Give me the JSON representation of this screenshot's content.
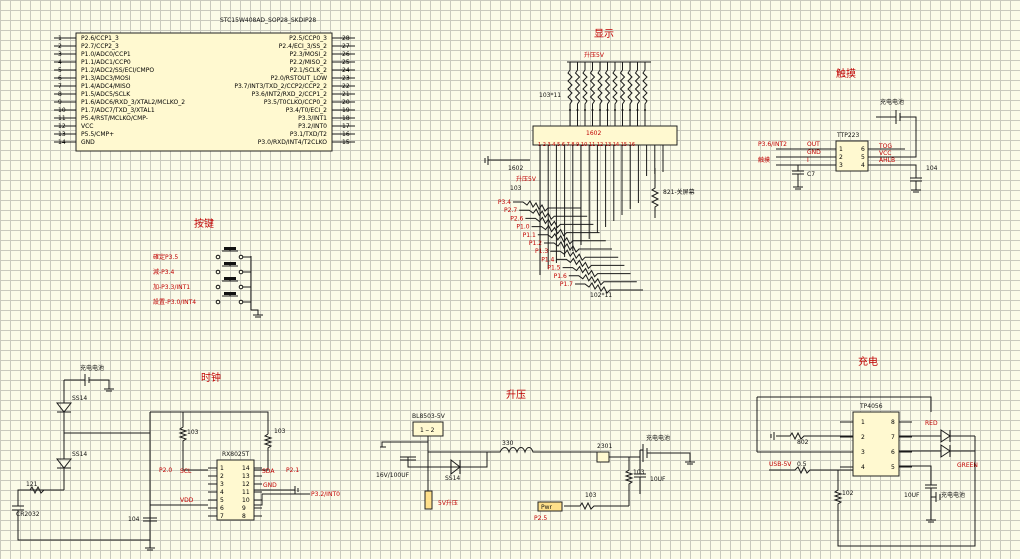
{
  "mcu": {
    "title": "STC15W408AD_SOP28_SKDIP28",
    "left_pins": [
      "P2.6/CCP1_3",
      "P2.7/CCP2_3",
      "P1.0/ADC0/CCP1",
      "P1.1/ADC1/CCP0",
      "P1.2/ADC2/SS/ECI/CMPO",
      "P1.3/ADC3/MOSI",
      "P1.4/ADC4/MISO",
      "P1.5/ADC5/SCLK",
      "P1.6/ADC6/RXD_3/XTAL2/MCLKO_2",
      "P1.7/ADC7/TXD_3/XTAL1",
      "P5.4/RST/MCLKO/CMP-",
      "VCC",
      "P5.5/CMP+",
      "GND"
    ],
    "right_pins": [
      "P2.5/CCP0_3",
      "P2.4/ECI_3/SS_2",
      "P2.3/MOSI_2",
      "P2.2/MISO_2",
      "P2.1/SCLK_2",
      "P2.0/RSTOUT_LOW",
      "P3.7/INT3/TXD_2/CCP2/CCP2_2",
      "P3.6/INT2/RXD_2/CCP1_2",
      "P3.5/T0CLKO/CCP0_2",
      "P3.4/T0/ECI_2",
      "P3.3/INT1",
      "P3.2/INT0",
      "P3.1/TXD/T2",
      "P3.0/RXD/INT4/T2CLKO"
    ],
    "left_nums": [
      "1",
      "2",
      "3",
      "4",
      "5",
      "6",
      "7",
      "8",
      "9",
      "10",
      "11",
      "12",
      "13",
      "14"
    ],
    "right_nums": [
      "28",
      "27",
      "26",
      "25",
      "24",
      "23",
      "22",
      "21",
      "20",
      "19",
      "18",
      "17",
      "16",
      "15"
    ]
  },
  "sections": {
    "display": "显示",
    "touch": "触摸",
    "keys": "按键",
    "clock": "时钟",
    "boost": "升压",
    "charge": "充电"
  },
  "display": {
    "vcc_label": "升压5V",
    "rpack_label": "103*11",
    "lcd_name": "1602",
    "lcd_pins": "1 2 3 4 5 6 7 8 9 10 11 12 13 14 15 16",
    "pot_label": "103",
    "vcc_label2": "升压5V",
    "bl_res": "821-关屏幕",
    "gnd_label": "1602",
    "res_label": "102*11",
    "port_labels": [
      "P3.4",
      "P2.7",
      "P2.6",
      "P1.0",
      "P1.1",
      "P1.2",
      "P1.3",
      "P1.4",
      "P1.5",
      "P1.6",
      "P1.7"
    ]
  },
  "touch": {
    "ic": "TTP223",
    "bat": "充电电池",
    "out": "P3.6/INT2",
    "out_pin": "OUT",
    "gnd_pin": "GND",
    "i_pin": "I",
    "tog": "TOG",
    "vcc": "VCC",
    "ahlb": "AHLB",
    "cap": "C7",
    "pad": "触摸",
    "cap2": "104",
    "pins_left": [
      "1",
      "2",
      "3"
    ],
    "pins_right": [
      "6",
      "5",
      "4"
    ]
  },
  "keys": {
    "labels": [
      "確定P3.5",
      "減-P3.4",
      "加-P3.3/INT1",
      "設置-P3.0/INT4"
    ]
  },
  "clock": {
    "bat": "充电电池",
    "d1": "SS14",
    "d2": "SS14",
    "r": "121",
    "cr": "CR2032",
    "ic": "RX8025T",
    "r1": "103",
    "r2": "103",
    "p1": "P2.0",
    "scl": "SCL",
    "sda": "SDA",
    "p2": "P2.1",
    "gnd": "GND",
    "vdd": "VDD",
    "cap": "104",
    "int": "P3.2/INT0",
    "pins_left": [
      "1",
      "2",
      "3",
      "4",
      "5",
      "6",
      "7"
    ],
    "pins_right": [
      "14",
      "13",
      "12",
      "11",
      "10",
      "9",
      "8"
    ]
  },
  "boost": {
    "ic": "BL8503-5V",
    "cap_in": "16V/100UF",
    "d": "SS14",
    "out": "5V升压",
    "l": "330",
    "q": "2301",
    "bat": "充电电池",
    "r1": "103",
    "cap_out": "10UF",
    "r2": "103",
    "pwr": "Pwr",
    "p": "P2.5"
  },
  "charge": {
    "ic": "TP4056",
    "red": "RED",
    "green": "GREEN",
    "r1": "802",
    "usb": "USB-5V",
    "r2": "0.5",
    "r3": "102",
    "cap": "10UF",
    "bat": "充电电池",
    "pins_left": [
      "1",
      "2",
      "3",
      "4"
    ],
    "pins_right": [
      "8",
      "7",
      "6",
      "5"
    ]
  }
}
